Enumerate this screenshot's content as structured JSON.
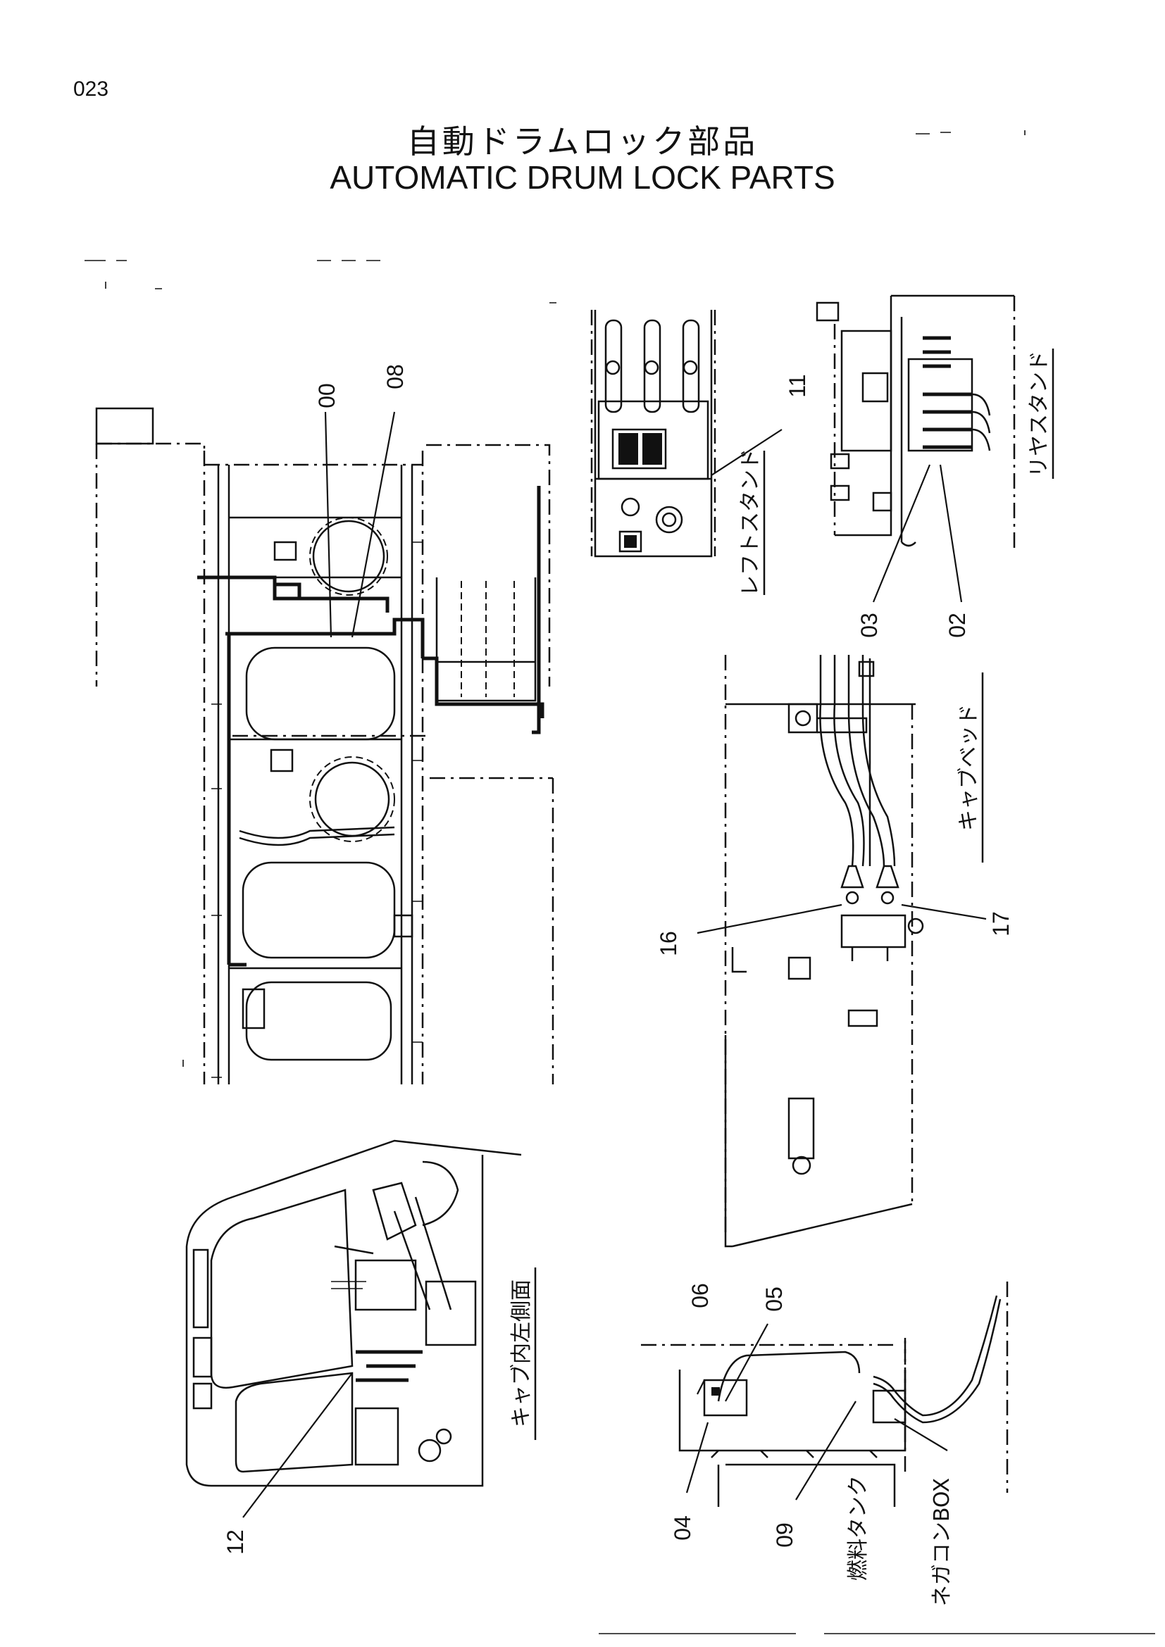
{
  "page": {
    "number": "023",
    "title_ja": "自動ドラムロック部品",
    "title_en": "AUTOMATIC DRUM LOCK PARTS"
  },
  "views": {
    "left_stand": "レフトスタンド",
    "rear_stand": "リヤスタンド",
    "cab_bed": "キャブベッド",
    "cab_inner_left_side": "キャブ内左側面",
    "fuel_tank": "燃料タンク",
    "negacon_box": "ネガコンBOX"
  },
  "callouts": {
    "p00": "00",
    "p08": "08",
    "p11": "11",
    "p03": "03",
    "p02": "02",
    "p16": "16",
    "p17": "17",
    "p06": "06",
    "p05": "05",
    "p04": "04",
    "p09": "09",
    "p12": "12"
  }
}
